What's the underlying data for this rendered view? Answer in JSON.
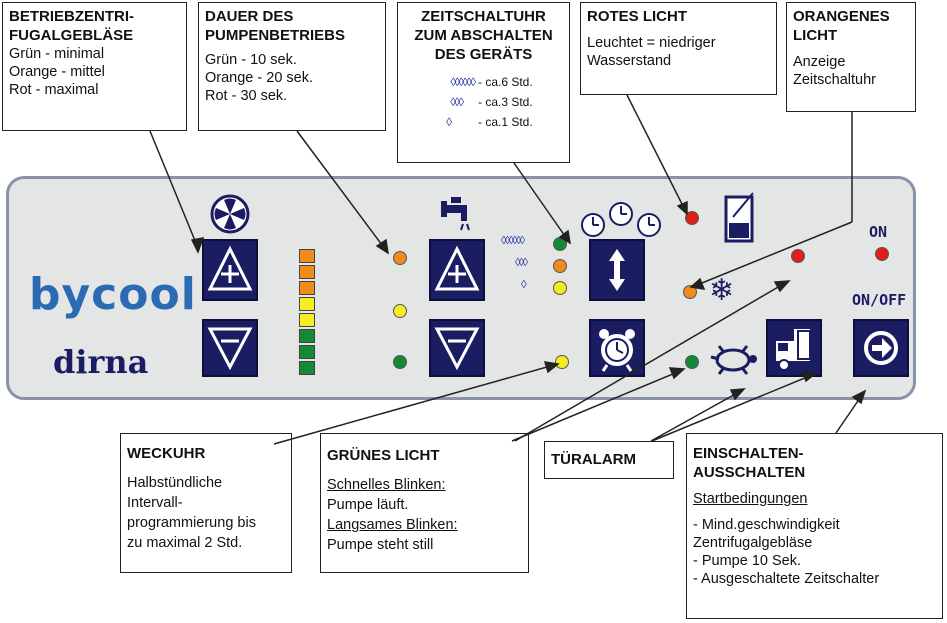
{
  "boxes": {
    "fan": {
      "title": "BETRIEBZENTRI-\nFUGALGEBLÄSE",
      "text": "Grün - minimal\nOrange - mittel\nRot - maximal"
    },
    "pump": {
      "title": "DAUER DES\nPUMPENBETRIEBS",
      "text": "Grün - 10 sek.\nOrange - 20 sek.\nRot - 30 sek."
    },
    "timer": {
      "title": "ZEITSCHALTUHR\nZUM ABSCHALTEN\nDES GERÄTS",
      "levels": [
        {
          "symbol": "◊◊◊◊◊◊",
          "label": "- ca.6 Std."
        },
        {
          "symbol": "◊◊◊",
          "label": "- ca.3 Std."
        },
        {
          "symbol": "◊",
          "label": "- ca.1 Std."
        }
      ]
    },
    "red": {
      "title": "ROTES LICHT",
      "text": "Leuchtet = niedriger\nWasserstand"
    },
    "orange": {
      "title": "ORANGENES\nLICHT",
      "text": "Anzeige\nZeitschaltuhr"
    },
    "alarm": {
      "title": "WECKUHR",
      "text": "Halbstündliche\nIntervall-\nprogrammierung bis\nzu maximal 2 Std."
    },
    "green": {
      "title": "GRÜNES LICHT",
      "fast": "Schnelles Blinken:",
      "fast_text": "Pumpe läuft.",
      "slow": "Langsames Blinken:",
      "slow_text": "Pumpe steht still"
    },
    "door": {
      "title": "TÜRALARM"
    },
    "onoff": {
      "title": "EINSCHALTEN-\nAUSSCHALTEN",
      "sub": "Startbedingungen",
      "items": [
        "- Mind.geschwindigkeit\n  Zentrifugalgebläse",
        "- Pumpe 10 Sek.",
        "- Ausgeschaltete Zeitschalter"
      ]
    }
  },
  "panel": {
    "brand": "bycool",
    "model": "dirna",
    "on_label": "ON",
    "onoff_label": "ON/OFF",
    "timer_symbols": [
      "◊◊◊◊◊◊",
      "◊◊◊",
      "◊"
    ]
  },
  "colors": {
    "button": "#1b1d63",
    "led_orange": "#f08c1c",
    "led_yellow": "#f6ec22",
    "led_green": "#138a36",
    "led_red": "#e02018",
    "brand_blue": "#2d6ab4"
  }
}
